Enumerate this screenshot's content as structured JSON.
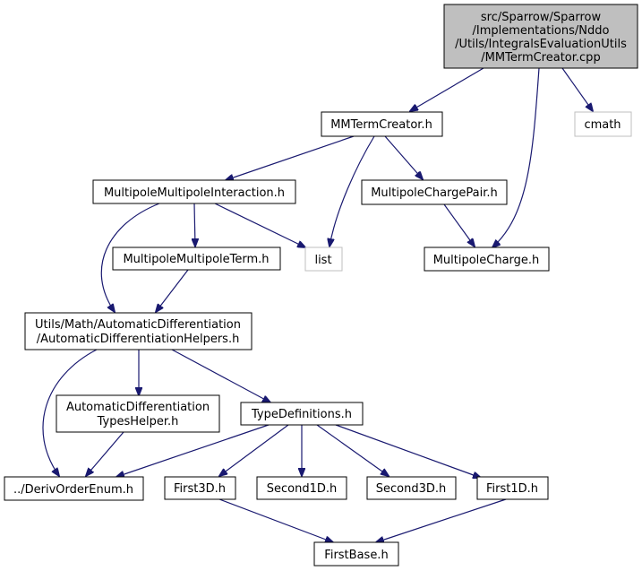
{
  "colors": {
    "edge": "#191970",
    "root_fill": "#bfbfbf",
    "node_fill": "#ffffff",
    "node_border": "#000000",
    "external_border": "#bfbfbf"
  },
  "nodes": {
    "root": {
      "lines": [
        "src/Sparrow/Sparrow",
        "/Implementations/Nddo",
        "/Utils/IntegralsEvaluationUtils",
        "/MMTermCreator.cpp"
      ]
    },
    "mmtermcreator": {
      "lines": [
        "MMTermCreator.h"
      ]
    },
    "cmath": {
      "lines": [
        "cmath"
      ]
    },
    "mpmpinteraction": {
      "lines": [
        "MultipoleMultipoleInteraction.h"
      ]
    },
    "mpchargepair": {
      "lines": [
        "MultipoleChargePair.h"
      ]
    },
    "list": {
      "lines": [
        "list"
      ]
    },
    "mpmpterm": {
      "lines": [
        "MultipoleMultipoleTerm.h"
      ]
    },
    "mpcharge": {
      "lines": [
        "MultipoleCharge.h"
      ]
    },
    "adhelpers": {
      "lines": [
        "Utils/Math/AutomaticDifferentiation",
        "/AutomaticDifferentiationHelpers.h"
      ]
    },
    "adtypeshelper": {
      "lines": [
        "AutomaticDifferentiation",
        "TypesHelper.h"
      ]
    },
    "typedefs": {
      "lines": [
        "TypeDefinitions.h"
      ]
    },
    "derivorderenum": {
      "lines": [
        "../DerivOrderEnum.h"
      ]
    },
    "first3d": {
      "lines": [
        "First3D.h"
      ]
    },
    "second1d": {
      "lines": [
        "Second1D.h"
      ]
    },
    "second3d": {
      "lines": [
        "Second3D.h"
      ]
    },
    "first1d": {
      "lines": [
        "First1D.h"
      ]
    },
    "firstbase": {
      "lines": [
        "FirstBase.h"
      ]
    }
  },
  "edges": [
    [
      "root",
      "mmtermcreator"
    ],
    [
      "root",
      "cmath"
    ],
    [
      "root",
      "mpcharge"
    ],
    [
      "mmtermcreator",
      "mpmpinteraction"
    ],
    [
      "mmtermcreator",
      "mpchargepair"
    ],
    [
      "mmtermcreator",
      "list"
    ],
    [
      "mpmpinteraction",
      "list"
    ],
    [
      "mpmpinteraction",
      "mpmpterm"
    ],
    [
      "mpmpinteraction",
      "adhelpers"
    ],
    [
      "mpchargepair",
      "mpcharge"
    ],
    [
      "mpmpterm",
      "adhelpers"
    ],
    [
      "adhelpers",
      "adtypeshelper"
    ],
    [
      "adhelpers",
      "typedefs"
    ],
    [
      "adhelpers",
      "derivorderenum"
    ],
    [
      "adtypeshelper",
      "derivorderenum"
    ],
    [
      "typedefs",
      "derivorderenum"
    ],
    [
      "typedefs",
      "first3d"
    ],
    [
      "typedefs",
      "second1d"
    ],
    [
      "typedefs",
      "second3d"
    ],
    [
      "typedefs",
      "first1d"
    ],
    [
      "first3d",
      "firstbase"
    ],
    [
      "first1d",
      "firstbase"
    ]
  ]
}
